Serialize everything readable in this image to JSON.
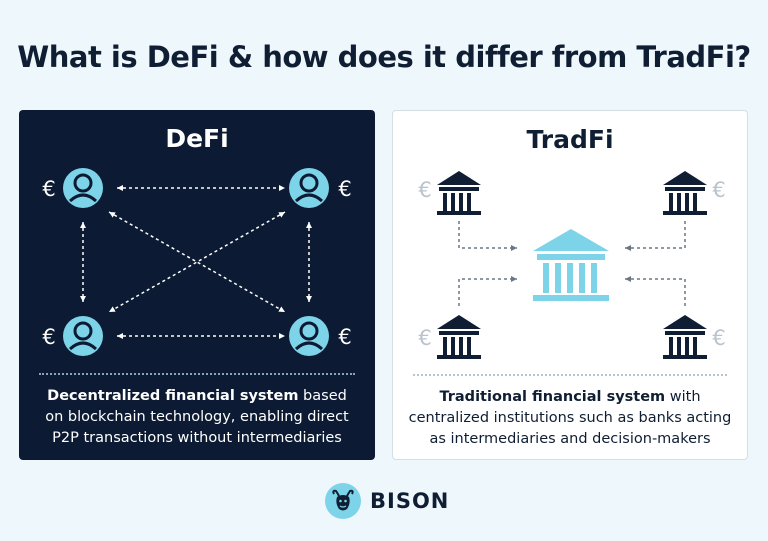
{
  "title": "What is DeFi & how does it differ from TradFi?",
  "defi": {
    "heading": "DeFi",
    "currency_symbol": "€",
    "caption_bold": "Decentralized financial system",
    "caption_line1_rest": " based",
    "caption_line2": "on blockchain technology, enabling direct",
    "caption_line3": "P2P transactions without intermediaries"
  },
  "tradfi": {
    "heading": "TradFi",
    "currency_symbol": "€",
    "caption_bold": "Traditional financial system",
    "caption_line1_rest": " with",
    "caption_line2": "centralized institutions such as banks acting",
    "caption_line3": "as intermediaries and decision-makers"
  },
  "brand": {
    "name": "BISON"
  },
  "colors": {
    "navy": "#0c1a33",
    "accent": "#7dd3e8",
    "text": "#0f1e33",
    "muted": "#b9c3cc"
  }
}
